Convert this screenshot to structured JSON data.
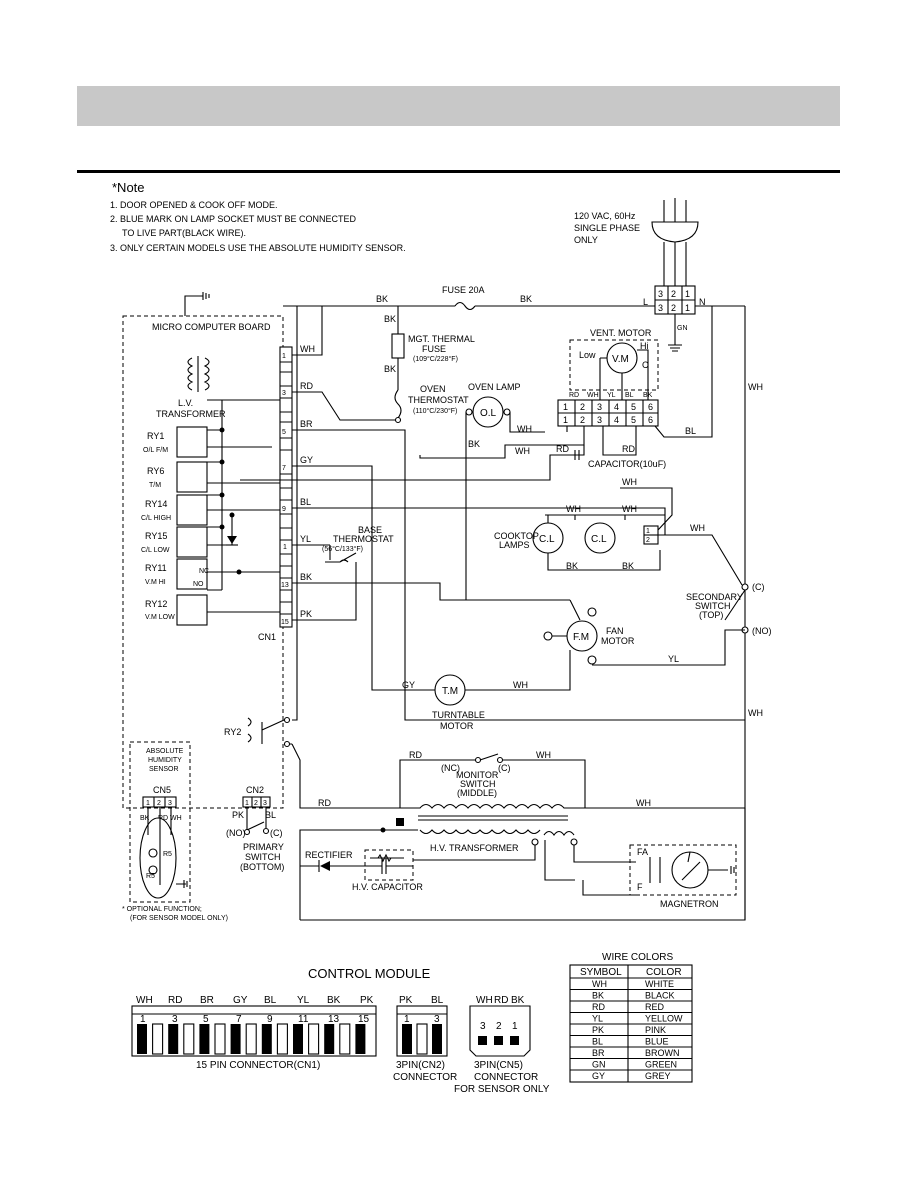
{
  "notes": {
    "heading": "*Note",
    "items": [
      "1. DOOR OPENED & COOK OFF MODE.",
      "2. BLUE MARK ON LAMP SOCKET MUST BE CONNECTED",
      "TO LIVE PART(BLACK WIRE).",
      "3. ONLY CERTAIN MODELS USE THE ABSOLUTE HUMIDITY SENSOR."
    ]
  },
  "power": {
    "spec": [
      "120 VAC, 60Hz",
      "SINGLE PHASE",
      "ONLY"
    ],
    "L": "L",
    "N": "N",
    "GN": "GN",
    "pins": [
      "3",
      "2",
      "1"
    ]
  },
  "fuse": {
    "label": "FUSE 20A"
  },
  "mgt_fuse": {
    "label": [
      "MGT. THERMAL",
      "FUSE"
    ],
    "rating": "(109°C/228°F)"
  },
  "oven_thermostat": {
    "label": [
      "OVEN",
      "THERMOSTAT"
    ],
    "rating": "(110°C/230°F)"
  },
  "oven_lamp": {
    "label": "OVEN LAMP",
    "symbol": "O.L"
  },
  "vent_motor": {
    "label": "VENT. MOTOR",
    "symbol": "V.M",
    "low": "Low",
    "hi": "Hi",
    "c": "C"
  },
  "vent_connector": {
    "wires": [
      "RD",
      "WH",
      "YL",
      "BL",
      "BK"
    ],
    "pins": [
      "1",
      "2",
      "3",
      "4",
      "5",
      "6"
    ]
  },
  "capacitor": {
    "label": "CAPACITOR(10uF)",
    "rd1": "RD",
    "rd2": "RD"
  },
  "board": {
    "label": "MICRO COMPUTER BOARD",
    "transformer": [
      "L.V.",
      "TRANSFORMER"
    ],
    "relays": [
      {
        "name": "RY1",
        "sub": "O/L F/M"
      },
      {
        "name": "RY6",
        "sub": "T/M"
      },
      {
        "name": "RY14",
        "sub": "C/L HIGH"
      },
      {
        "name": "RY15",
        "sub": "C/L LOW"
      },
      {
        "name": "RY11",
        "sub": "V.M HI"
      },
      {
        "name": "RY12",
        "sub": "V.M LOW"
      }
    ],
    "cn1": "CN1",
    "cn1_pins": [
      "1",
      "3",
      "5",
      "7",
      "9",
      "1",
      "13",
      "15"
    ],
    "ry11_nc": "NC",
    "ry11_no": "NO"
  },
  "wires": {
    "WH": "WH",
    "RD": "RD",
    "BR": "BR",
    "GY": "GY",
    "BL": "BL",
    "YL": "YL",
    "BK": "BK",
    "PK": "PK"
  },
  "base_thermostat": {
    "label": [
      "BASE",
      "THERMOSTAT"
    ],
    "rating": "(56°C/133°F)"
  },
  "cooktop_lamps": {
    "label": [
      "COOKTOP",
      "LAMPS"
    ],
    "symbol": "C.L",
    "pins": [
      "1",
      "2"
    ]
  },
  "fan_motor": {
    "label": [
      "FAN",
      "MOTOR"
    ],
    "symbol": "F.M"
  },
  "secondary_switch": {
    "label": [
      "SECONDARY",
      "SWITCH",
      "(TOP)"
    ],
    "c": "(C)",
    "no": "(NO)"
  },
  "turntable": {
    "label": [
      "TURNTABLE",
      "MOTOR"
    ],
    "symbol": "T.M"
  },
  "ry2": {
    "label": "RY2"
  },
  "sensor": {
    "label": [
      "ABSOLUTE",
      "HUMIDITY",
      "SENSOR"
    ],
    "cn": "CN5",
    "pins": [
      "1",
      "2",
      "3"
    ],
    "wires": [
      "BK",
      "RD",
      "WH"
    ],
    "r1": "R5",
    "r2": "R5"
  },
  "optional": [
    "* OPTIONAL FUNCTION;",
    "(FOR SENSOR MODEL ONLY)"
  ],
  "cn2": {
    "label": "CN2",
    "pins": [
      "1",
      "2",
      "3"
    ],
    "pk": "PK",
    "bl": "BL",
    "no": "(NO)",
    "c": "(C)"
  },
  "primary_switch": {
    "label": [
      "PRIMARY",
      "SWITCH",
      "(BOTTOM)"
    ]
  },
  "monitor_switch": {
    "label": [
      "MONITOR",
      "SWITCH",
      "(MIDDLE)"
    ],
    "nc": "(NC)",
    "c": "(C)"
  },
  "hv_transformer": {
    "label": "H.V. TRANSFORMER"
  },
  "rectifier": {
    "label": "RECTIFIER"
  },
  "hv_capacitor": {
    "label": "H.V. CAPACITOR"
  },
  "magnetron": {
    "label": "MAGNETRON",
    "fa": "FA",
    "f": "F"
  },
  "control_module": {
    "title": "CONTROL MODULE",
    "cn1": {
      "wires": [
        "WH",
        "RD",
        "BR",
        "GY",
        "BL",
        "YL",
        "BK",
        "PK"
      ],
      "nums": [
        "1",
        "3",
        "5",
        "7",
        "9",
        "11",
        "13",
        "15"
      ],
      "caption": "15 PIN CONNECTOR(CN1)"
    },
    "cn2": {
      "wires": [
        "PK",
        "BL"
      ],
      "nums": [
        "1",
        "3"
      ],
      "caption": [
        "3PIN(CN2)",
        "CONNECTOR"
      ]
    },
    "cn5": {
      "wires": [
        "WH",
        "RD",
        "BK"
      ],
      "nums": [
        "3",
        "2",
        "1"
      ],
      "caption": [
        "3PIN(CN5)",
        "CONNECTOR",
        "FOR SENSOR ONLY"
      ]
    }
  },
  "wire_colors": {
    "title": "WIRE COLORS",
    "headers": [
      "SYMBOL",
      "COLOR"
    ],
    "rows": [
      [
        "WH",
        "WHITE"
      ],
      [
        "BK",
        "BLACK"
      ],
      [
        "RD",
        "RED"
      ],
      [
        "YL",
        "YELLOW"
      ],
      [
        "PK",
        "PINK"
      ],
      [
        "BL",
        "BLUE"
      ],
      [
        "BR",
        "BROWN"
      ],
      [
        "GN",
        "GREEN"
      ],
      [
        "GY",
        "GREY"
      ]
    ]
  }
}
